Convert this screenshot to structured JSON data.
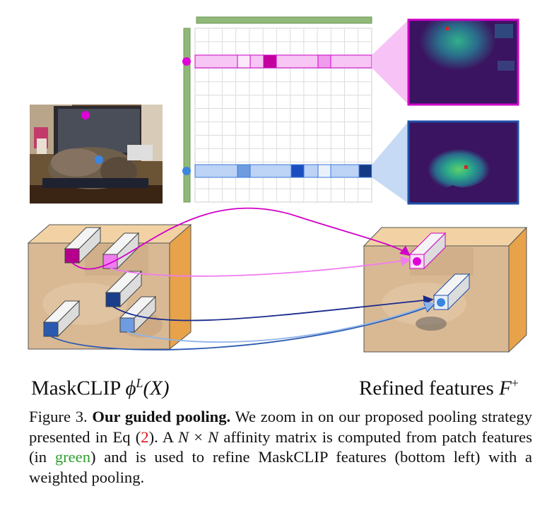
{
  "labels": {
    "left_text": "MaskCLIP ",
    "left_math": "ϕ",
    "left_sup": "L",
    "left_arg": "(X)",
    "right_text": "Refined features ",
    "right_math": "F",
    "right_sup": "+"
  },
  "caption": {
    "fig": "Figure 3.",
    "title": "Our guided pooling.",
    "t1": " We zoom in on our proposed pooling strategy presented in Eq (",
    "eq": "2",
    "t2": "). A ",
    "n1": "N",
    "times": " × ",
    "n2": "N",
    "t3": " affinity matrix is computed from patch features (in ",
    "green_word": "green",
    "t4": ") and is used to refine MaskCLIP features (bottom left) with a weighted pooling."
  },
  "colors": {
    "magenta": "#d100c8",
    "pink": "#f07cf0",
    "blue": "#3a78d8",
    "navy": "#1a3e8c",
    "light_blue": "#8fb4ea",
    "green_bar": "#90b878",
    "orange_side": "#e8a24a",
    "heatmap_bg": "#3a1460"
  }
}
